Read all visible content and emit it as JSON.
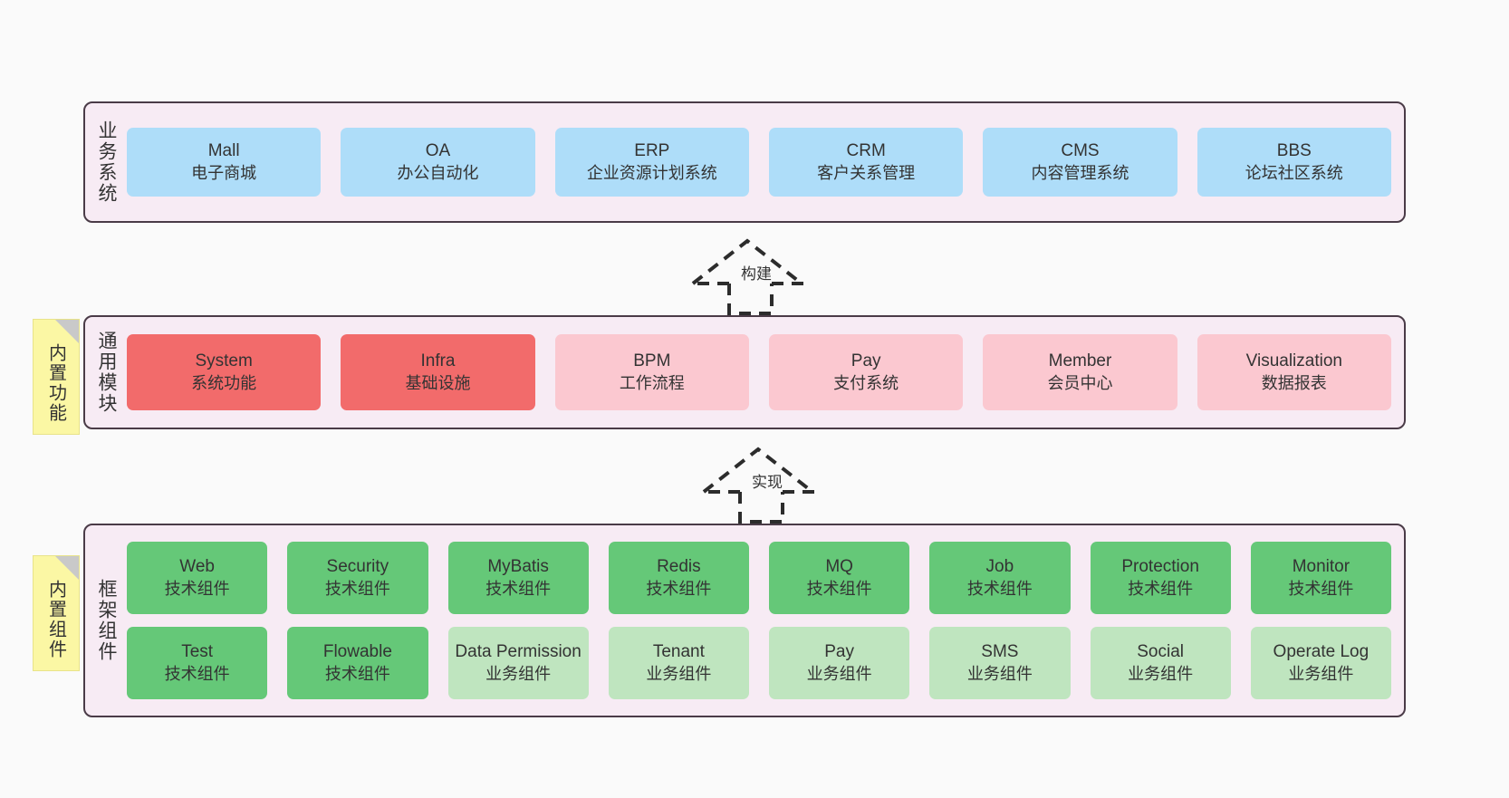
{
  "layers": [
    {
      "id": "business",
      "label": "业务系统",
      "sticky": null,
      "rows": [
        [
          {
            "title": "Mall",
            "sub": "电子商城",
            "color": "blue"
          },
          {
            "title": "OA",
            "sub": "办公自动化",
            "color": "blue"
          },
          {
            "title": "ERP",
            "sub": "企业资源计划系统",
            "color": "blue"
          },
          {
            "title": "CRM",
            "sub": "客户关系管理",
            "color": "blue"
          },
          {
            "title": "CMS",
            "sub": "内容管理系统",
            "color": "blue"
          },
          {
            "title": "BBS",
            "sub": "论坛社区系统",
            "color": "blue"
          }
        ]
      ]
    },
    {
      "id": "modules",
      "label": "通用模块",
      "sticky": "内置功能",
      "rows": [
        [
          {
            "title": "System",
            "sub": "系统功能",
            "color": "red"
          },
          {
            "title": "Infra",
            "sub": "基础设施",
            "color": "red"
          },
          {
            "title": "BPM",
            "sub": "工作流程",
            "color": "pink"
          },
          {
            "title": "Pay",
            "sub": "支付系统",
            "color": "pink"
          },
          {
            "title": "Member",
            "sub": "会员中心",
            "color": "pink"
          },
          {
            "title": "Visualization",
            "sub": "数据报表",
            "color": "pink"
          }
        ]
      ]
    },
    {
      "id": "framework",
      "label": "框架组件",
      "sticky": "内置组件",
      "rows": [
        [
          {
            "title": "Web",
            "sub": "技术组件",
            "color": "green"
          },
          {
            "title": "Security",
            "sub": "技术组件",
            "color": "green"
          },
          {
            "title": "MyBatis",
            "sub": "技术组件",
            "color": "green"
          },
          {
            "title": "Redis",
            "sub": "技术组件",
            "color": "green"
          },
          {
            "title": "MQ",
            "sub": "技术组件",
            "color": "green"
          },
          {
            "title": "Job",
            "sub": "技术组件",
            "color": "green"
          },
          {
            "title": "Protection",
            "sub": "技术组件",
            "color": "green"
          },
          {
            "title": "Monitor",
            "sub": "技术组件",
            "color": "green"
          }
        ],
        [
          {
            "title": "Test",
            "sub": "技术组件",
            "color": "green"
          },
          {
            "title": "Flowable",
            "sub": "技术组件",
            "color": "green"
          },
          {
            "title": "Data Permission",
            "sub": "业务组件",
            "color": "lightgreen"
          },
          {
            "title": "Tenant",
            "sub": "业务组件",
            "color": "lightgreen"
          },
          {
            "title": "Pay",
            "sub": "业务组件",
            "color": "lightgreen"
          },
          {
            "title": "SMS",
            "sub": "业务组件",
            "color": "lightgreen"
          },
          {
            "title": "Social",
            "sub": "业务组件",
            "color": "lightgreen"
          },
          {
            "title": "Operate Log",
            "sub": "业务组件",
            "color": "lightgreen"
          }
        ]
      ]
    }
  ],
  "connectors": [
    {
      "id": "build",
      "label": "构建"
    },
    {
      "id": "implement",
      "label": "实现"
    }
  ],
  "colors": {
    "panel_bg": "#F7EBF4",
    "panel_border": "#4A3B47",
    "blue": "#AEDDF9",
    "red": "#F26B6B",
    "pink": "#FBC8D0",
    "green": "#65C878",
    "lightgreen": "#BFE5BF",
    "sticky": "#FBF7A4",
    "sticky_fold": "#C9C9C9",
    "canvas": "#FAFAFA"
  }
}
